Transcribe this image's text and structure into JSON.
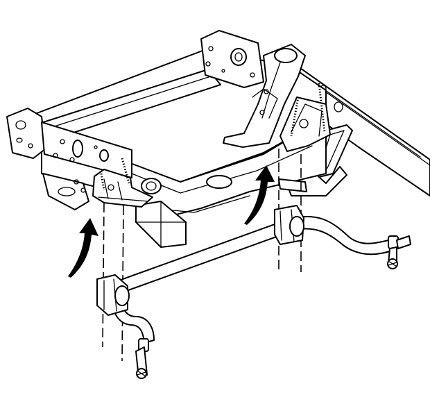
{
  "figure": {
    "drawing_style": "black line art on white",
    "alt": "",
    "components": [
      "frame-crossmember",
      "frame-rail",
      "left-stabilizer-bracket",
      "right-stabilizer-bracket",
      "stabilizer-shaft",
      "left-insulator-bushing",
      "right-insulator-bushing",
      "left-end-link",
      "right-end-link",
      "installation-arrow-left",
      "installation-arrow-right"
    ]
  }
}
